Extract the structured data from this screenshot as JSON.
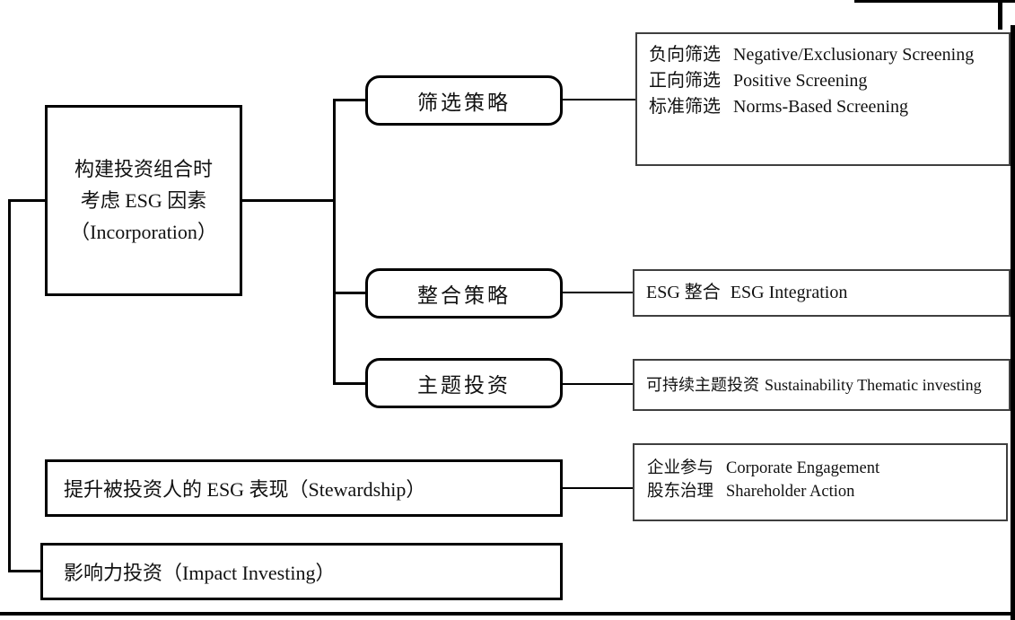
{
  "colors": {
    "line": "#000000",
    "background": "#ffffff",
    "text": "#111111",
    "detail_border": "#3f3f3f"
  },
  "incorporation": {
    "line1": "构建投资组合时",
    "line2": "考虑 ESG 因素",
    "line3": "（Incorporation）"
  },
  "strategies": {
    "screening": {
      "label": "筛选策略",
      "details": [
        {
          "zh": "负向筛选",
          "en": "Negative/Exclusionary Screening"
        },
        {
          "zh": "正向筛选",
          "en": "Positive Screening"
        },
        {
          "zh": "标准筛选",
          "en": "Norms-Based Screening"
        }
      ]
    },
    "integration": {
      "label": "整合策略",
      "details": [
        {
          "zh": "ESG 整合",
          "en": "ESG Integration"
        }
      ]
    },
    "thematic": {
      "label": "主题投资",
      "details": [
        {
          "zh": "可持续主题投资",
          "en": "Sustainability Thematic investing"
        }
      ]
    }
  },
  "stewardship": {
    "label": "提升被投资人的 ESG 表现（Stewardship）",
    "details": [
      {
        "zh": "企业参与",
        "en": "Corporate Engagement"
      },
      {
        "zh": "股东治理",
        "en": "Shareholder Action"
      }
    ]
  },
  "impact": {
    "label": "影响力投资（Impact Investing）"
  }
}
